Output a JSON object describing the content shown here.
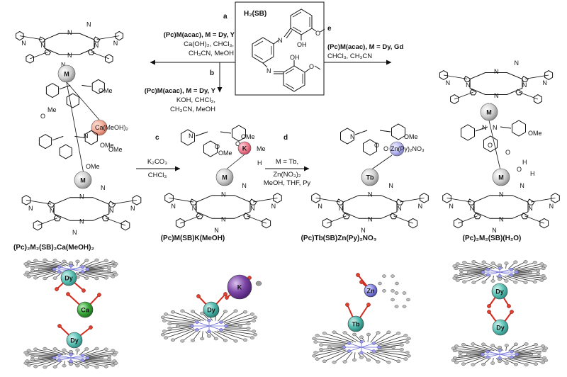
{
  "ligand": {
    "label": "H₂(SB)",
    "atoms": {
      "N1": "N",
      "N2": "N",
      "OH1": "OH",
      "OH2": "OH",
      "O1": "O",
      "O2": "O"
    }
  },
  "steps": {
    "a": {
      "letter": "a",
      "lines": [
        "(Pc)M(acac), M = Dy, Y",
        "Ca(OH)₂, CHCl₃,",
        "CH₃CN, MeOH"
      ]
    },
    "b": {
      "letter": "b",
      "lines": [
        "(Pc)M(acac), M = Dy, Y",
        "KOH, CHCl₃,",
        "CH₃CN, MeOH"
      ]
    },
    "c": {
      "letter": "c",
      "lines": [
        "K₂CO₃",
        "CHCl₃"
      ]
    },
    "d": {
      "letter": "d",
      "lines": [
        "M = Tb,",
        "Zn(NO₃)₂",
        "MeOH, THF, Py"
      ]
    },
    "e": {
      "letter": "e",
      "lines": [
        "(Pc)M(acac), M = Dy, Gd",
        "CHCl₃, CH₃CN"
      ]
    }
  },
  "compounds": [
    {
      "id": "ca-complex",
      "name": "(Pc)₂M₂(SB)₂Ca(MeOH)₂",
      "metals": [
        "M",
        "M"
      ],
      "center": "Ca(MeOH)₂",
      "labels": [
        "OMe",
        "OMe",
        "OMe",
        "OMe",
        "Me",
        "O",
        "N",
        "N"
      ],
      "crystal": [
        "Dy",
        "Ca",
        "Dy"
      ],
      "colors": {
        "metal": "#c8c8c8",
        "center": "#f0a894",
        "crystal_ln": "#5ec4b8",
        "crystal_center": "#3aa83a"
      }
    },
    {
      "id": "k-complex",
      "name": "(Pc)M(SB)K(MeOH)",
      "metals": [
        "M"
      ],
      "center": "K",
      "labels": [
        "OMe",
        "OMe",
        "O",
        "O",
        "Me",
        "H",
        "N"
      ],
      "crystal": [
        "K",
        "Dy"
      ],
      "colors": {
        "metal": "#c8c8c8",
        "center": "#f07a8c",
        "crystal_ln": "#5ec4b8",
        "crystal_center": "#7b45a6"
      }
    },
    {
      "id": "zn-complex",
      "name": "(Pc)Tb(SB)Zn(Py)₂NO₃",
      "metals": [
        "Tb"
      ],
      "center": "Zn(Py)₂NO₃",
      "labels": [
        "OMe",
        "O",
        "O",
        "N"
      ],
      "crystal": [
        "Zn",
        "Tb"
      ],
      "colors": {
        "metal": "#c8c8c8",
        "center": "#b8b8f0",
        "crystal_ln": "#5ec4b8",
        "crystal_center": "#6e6ee0"
      }
    },
    {
      "id": "h2o-complex",
      "name": "(Pc)₂M₂(SB)(H₂O)",
      "metals": [
        "M",
        "M"
      ],
      "center": "",
      "labels": [
        "OMe",
        "O",
        "O",
        "O",
        "H",
        "H",
        "N",
        "N"
      ],
      "crystal": [
        "Dy",
        "Dy"
      ],
      "colors": {
        "metal": "#c8c8c8",
        "center": "",
        "crystal_ln": "#5ec4b8",
        "crystal_center": ""
      }
    }
  ],
  "pc_atoms": {
    "N": "N"
  },
  "colors": {
    "atom_red": "#d42a1e",
    "atom_blue": "#6b6bd6",
    "atom_grey": "#8c8c8c",
    "line": "#111111"
  }
}
